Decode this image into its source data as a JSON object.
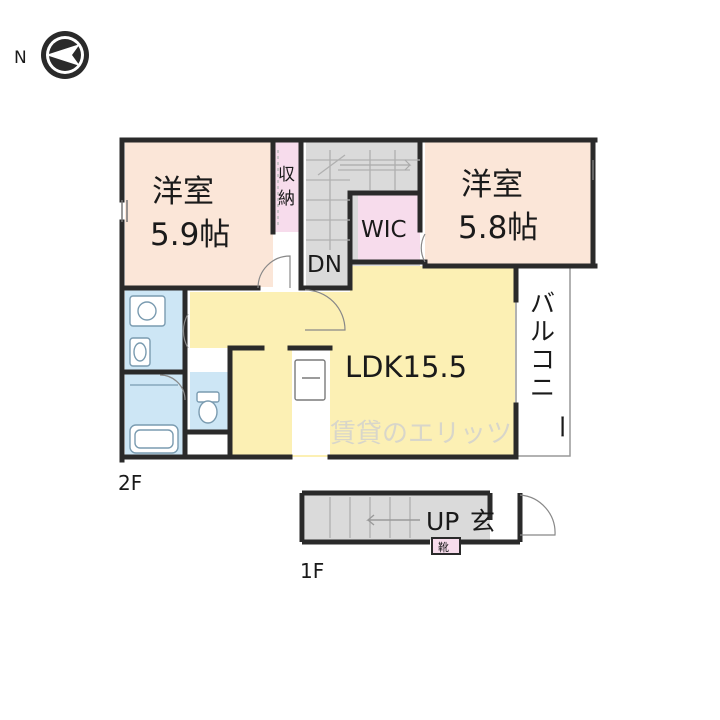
{
  "compass": {
    "north": "N"
  },
  "floors": {
    "upper": "2F",
    "lower": "1F"
  },
  "rooms": {
    "western_left": {
      "name": "洋室",
      "size": "5.9帖"
    },
    "western_right": {
      "name": "洋室",
      "size": "5.8帖"
    },
    "storage": [
      "収",
      "納"
    ],
    "wic": "WIC",
    "stairs_down": "DN",
    "ldk": "LDK15.5",
    "balcony": [
      "バ",
      "ル",
      "コ",
      "ニ",
      "ー"
    ],
    "stairs_up": "UP",
    "entrance": "玄",
    "shoe_box": "靴"
  },
  "watermark": "賃貸のエリッツ",
  "colors": {
    "western": "#fbe6d8",
    "ldk": "#fcf0b4",
    "wic": "#f7dcec",
    "storage": "#f7dcec",
    "wet": "#cde6f5",
    "stairs": "#dadada",
    "wall": "#2a2a2a"
  }
}
